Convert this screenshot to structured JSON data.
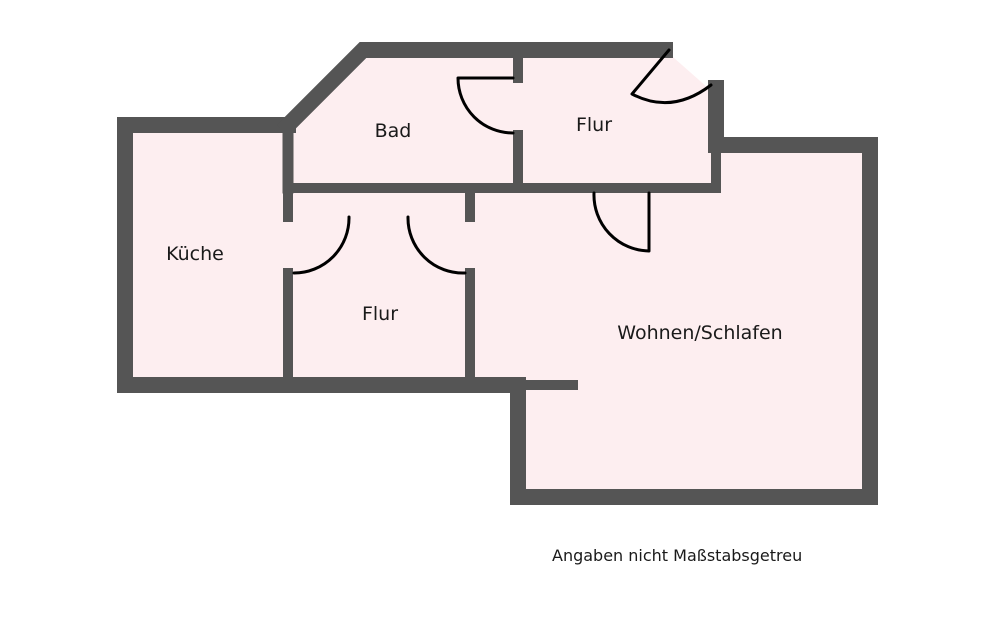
{
  "floorplan": {
    "rooms": {
      "kueche": "Küche",
      "bad": "Bad",
      "flur_oben": "Flur",
      "flur_unten": "Flur",
      "wohnen": "Wohnen/Schlafen"
    },
    "note": "Angaben nicht Maßstabsgetreu"
  },
  "colors": {
    "wall": "#555555",
    "room_fill": "#fdeef0",
    "door": "#000000",
    "background": "#ffffff"
  }
}
